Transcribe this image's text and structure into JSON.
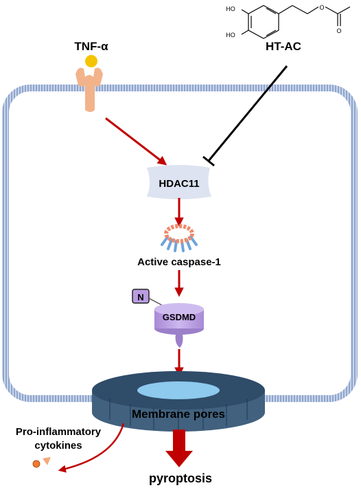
{
  "labels": {
    "tnf": "TNF-α",
    "htac": "HT-AC",
    "hdac": "HDAC11",
    "caspase": "Active caspase-1",
    "n_terminal": "N",
    "gsdmd": "GSDMD",
    "pores": "Membrane pores",
    "cytokines_line1": "Pro-inflammatory",
    "cytokines_line2": "cytokines",
    "pyroptosis": "pyroptosis"
  },
  "structure_atoms": {
    "ho_top": "HO",
    "ho_bottom": "HO",
    "ester_o": "O"
  },
  "colors": {
    "activation_arrow": "#c00000",
    "inhibition_line": "#000000",
    "membrane": "#9fb3d6",
    "hdac_fill": "#dde3f0",
    "receptor": "#f2b38a",
    "ligand": "#f5c400",
    "caspase_ring": "#f08a6a",
    "caspase_spokes": "#6fa3d8",
    "gsdmd_fill": "#b99ce0",
    "pore_body": "#41617e",
    "pore_center": "#8ec9ee",
    "cytokine_circle": "#f07a30",
    "cytokine_triangle": "#f4a97a"
  }
}
